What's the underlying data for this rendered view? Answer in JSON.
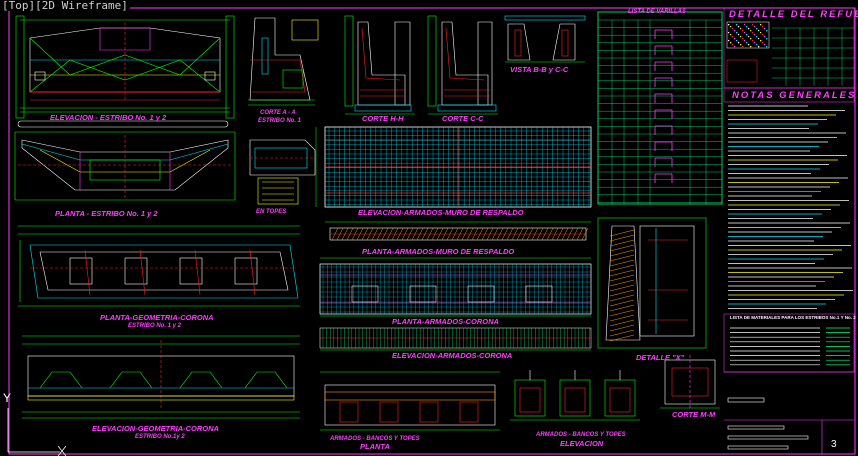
{
  "viewport_label": "[Top][2D Wireframe]",
  "titles": {
    "elevacion_estribo": "ELEVACION - ESTRIBO No. 1 y 2",
    "planta_estribo": "PLANTA - ESTRIBO No. 1 y 2",
    "planta_geometria_corona": "PLANTA-GEOMETRIA-CORONA",
    "estribo_1y2": "ESTRIBO No. 1 y 2",
    "elevacion_geometria_corona": "ELEVACION-GEOMETRIA-CORONA",
    "estribo_1y2_b": "ESTRIBO No.1y 2",
    "corte_aa": "CORTE A - A",
    "estribo_1": "ESTRIBO No. 1",
    "corte_hh": "CORTE H-H",
    "corte_cc": "CORTE C-C",
    "vista_bb_cc": "VISTA B-B y C-C",
    "en_topes": "EN TOPES",
    "elevacion_armados_muro": "ELEVACION-ARMADOS-MURO DE RESPALDO",
    "planta_armados_muro": "PLANTA-ARMADOS-MURO DE RESPALDO",
    "planta_armados_corona": "PLANTA-ARMADOS-CORONA",
    "elevacion_armados_corona": "ELEVACION-ARMADOS-CORONA",
    "armados_bancos_topes_1": "ARMADOS - BANCOS Y TOPES",
    "planta": "PLANTA",
    "armados_bancos_topes_2": "ARMADOS - BANCOS Y TOPES",
    "elevacion": "ELEVACION",
    "detalle_x": "DETALLE \"X\"",
    "corte_mm": "CORTE M-M",
    "lista_varillas": "LISTA DE VARILLAS",
    "detalle_refuerzo": "DETALLE DEL REFUERZO",
    "notas_generales": "NOTAS GENERALES",
    "lista_materiales": "LISTA DE MATERIALES PARA LOS ESTRIBOS No.1 Y No. 2"
  },
  "title_block": {
    "page_number": "3"
  },
  "colors": {
    "background": "#000000",
    "frame": "#ff3cff",
    "dimension": "#00ff00",
    "concrete": "#ffffff",
    "rebar": "#ff2020",
    "grid": "#00e5ff",
    "hatch": "#ffff00",
    "table": "#00ff7f",
    "highlight": "#ff9900"
  },
  "axis": {
    "y_label": "Y"
  }
}
